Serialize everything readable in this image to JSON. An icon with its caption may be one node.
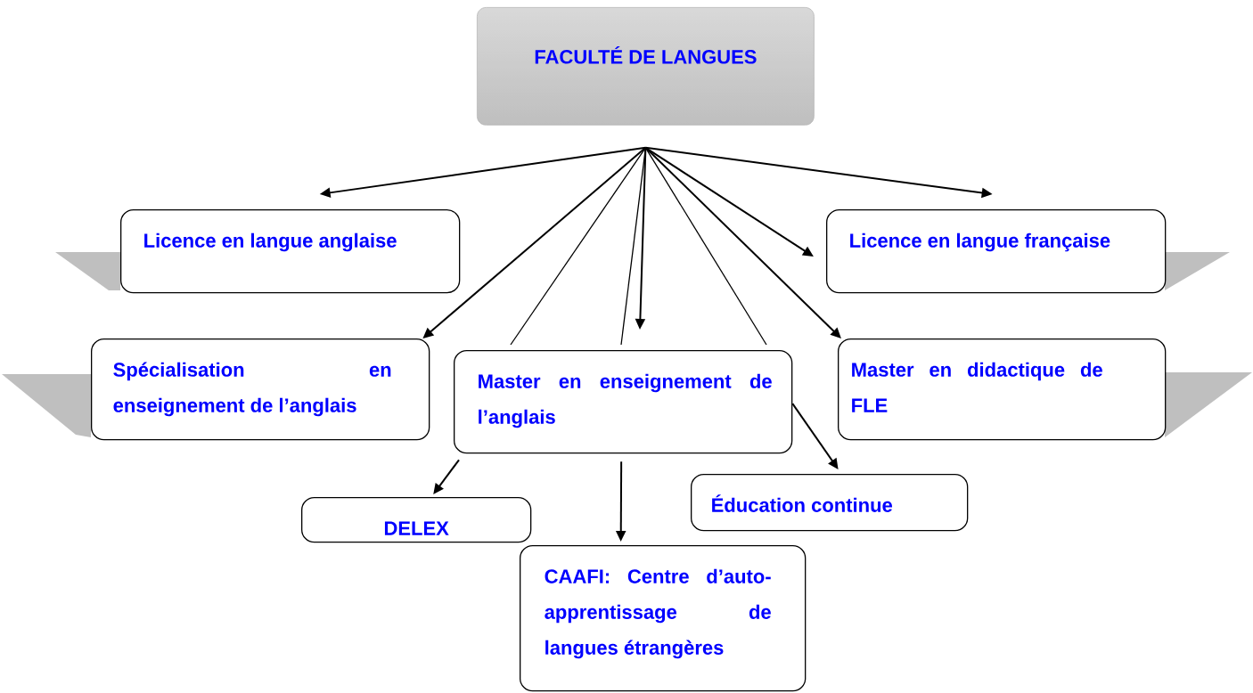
{
  "diagram": {
    "nodes": [
      {
        "text": [
          "FACULTÉ DE LANGUES"
        ]
      },
      {
        "text": [
          "Licence en langue anglaise"
        ]
      },
      {
        "text": [
          "Licence en langue française"
        ]
      },
      {
        "text": [
          "Spécialisation en enseignement de l’anglais"
        ]
      },
      {
        "text": [
          "Master en enseignement de l’anglais"
        ]
      },
      {
        "text": [
          "Master en didactique de FLE"
        ]
      },
      {
        "text": [
          "DELEX"
        ]
      },
      {
        "text": [
          "Éducation continue"
        ]
      },
      {
        "text": [
          "CAAFI: Centre d’auto-apprentissage de langues étrangères"
        ]
      }
    ],
    "edges": [
      {
        "from": 0,
        "to": 1,
        "arrow": "to"
      },
      {
        "from": 0,
        "to": 3,
        "arrow": "to"
      },
      {
        "from": 0,
        "to": 4,
        "arrow": "none"
      },
      {
        "from": 0,
        "to": 4,
        "arrow": "none"
      },
      {
        "from": 0,
        "to": 4,
        "arrow": "to"
      },
      {
        "from": 0,
        "to": 4,
        "arrow": "none"
      },
      {
        "from": 0,
        "to": 2,
        "arrow": "to"
      },
      {
        "from": 0,
        "to": 5,
        "arrow": "to"
      },
      {
        "from": 0,
        "to": 2,
        "arrow": "to"
      },
      {
        "from": 4,
        "to": 6,
        "arrow": "to"
      },
      {
        "from": 4,
        "to": 8,
        "arrow": "to"
      },
      {
        "from": 4,
        "to": 7,
        "arrow": "to"
      }
    ]
  }
}
